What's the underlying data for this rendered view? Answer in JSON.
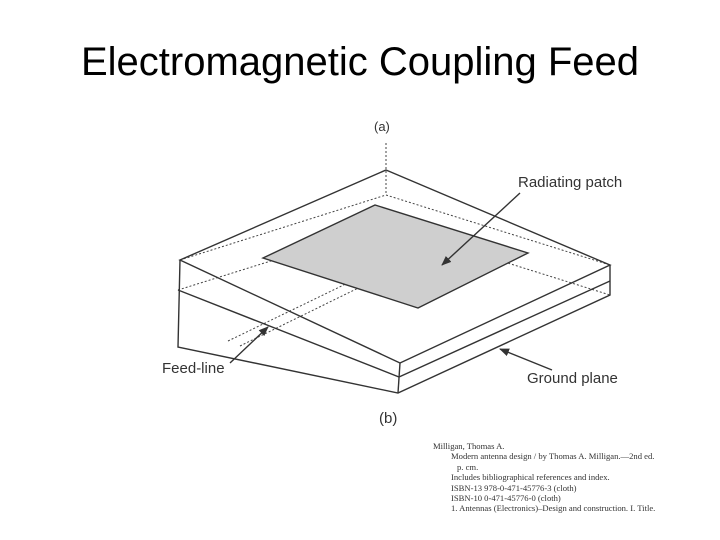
{
  "slide": {
    "title": "Electromagnetic Coupling Feed"
  },
  "figure": {
    "top_partial_label": "(a)",
    "panel_label": "(b)",
    "labels": {
      "radiating_patch": "Radiating patch",
      "feed_line": "Feed-line",
      "ground_plane": "Ground plane"
    },
    "colors": {
      "patch_fill": "#cfcfcf",
      "line": "#333333"
    }
  },
  "citation": {
    "lines": [
      "Milligan, Thomas A.",
      "Modern antenna design / by Thomas A. Milligan.—2nd ed.",
      "p. cm.",
      "Includes bibliographical references and index.",
      "ISBN-13 978-0-471-45776-3 (cloth)",
      "ISBN-10 0-471-45776-0 (cloth)",
      "1. Antennas (Electronics)–Design and construction.   I. Title."
    ]
  }
}
